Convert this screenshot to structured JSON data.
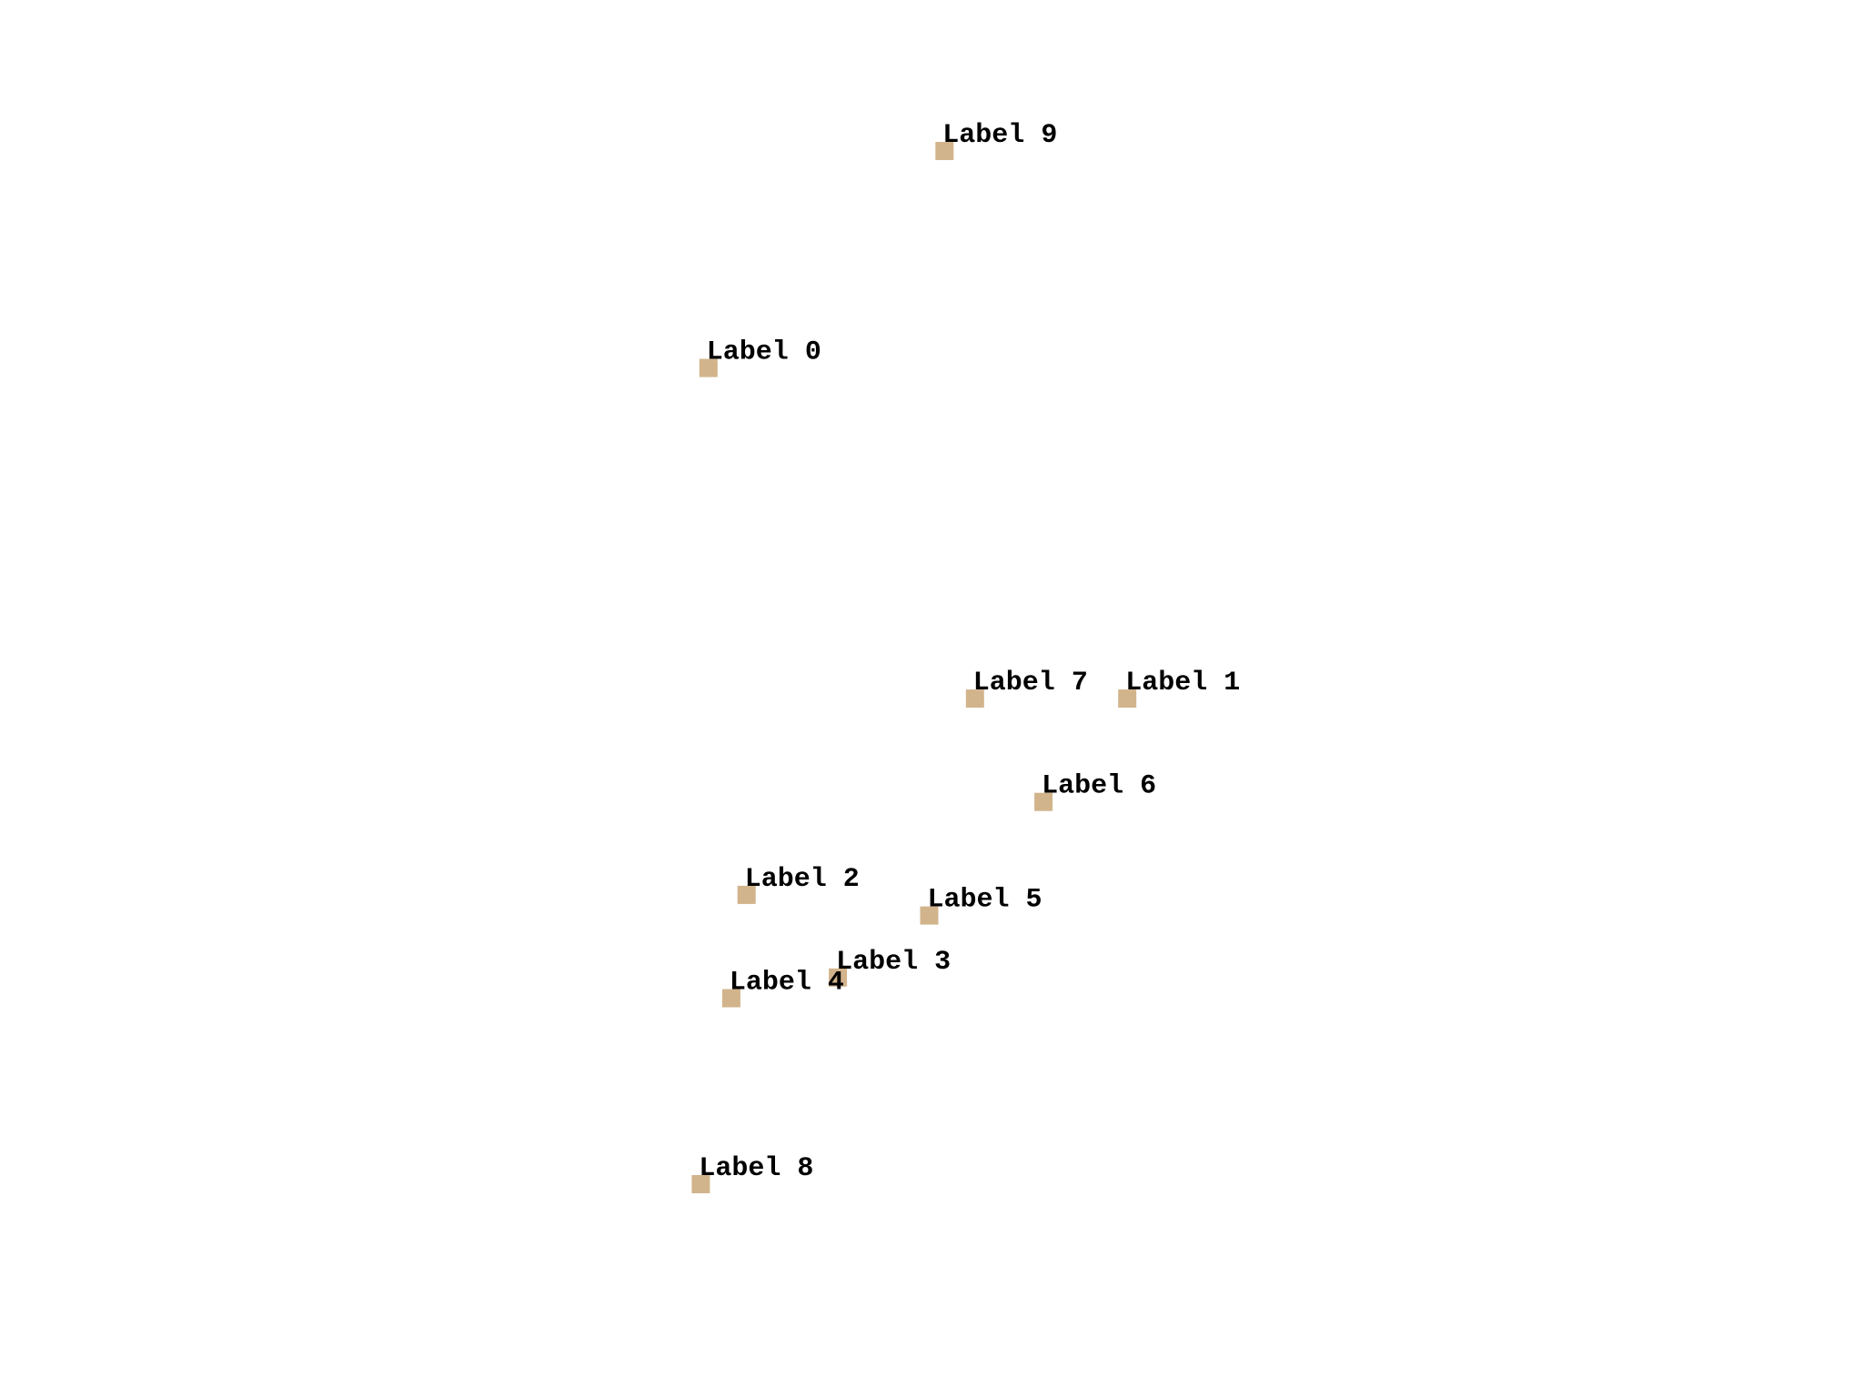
{
  "chart_data": {
    "type": "scatter",
    "title": "",
    "xlabel": "",
    "ylabel": "",
    "axes_visible": false,
    "grid": false,
    "marker": "square",
    "marker_color": "#d2b48c",
    "label_color": "#000000",
    "xlim": [
      0,
      10
    ],
    "ylim": [
      0,
      10
    ],
    "points": [
      {
        "label": "Label 0",
        "x": 1.3,
        "y": 7.9
      },
      {
        "label": "Label 1",
        "x": 6.8,
        "y": 4.7
      },
      {
        "label": "Label 2",
        "x": 1.8,
        "y": 2.8
      },
      {
        "label": "Label 3",
        "x": 3.0,
        "y": 2.0
      },
      {
        "label": "Label 4",
        "x": 1.6,
        "y": 1.8
      },
      {
        "label": "Label 5",
        "x": 4.2,
        "y": 2.6
      },
      {
        "label": "Label 6",
        "x": 5.7,
        "y": 3.7
      },
      {
        "label": "Label 7",
        "x": 4.8,
        "y": 4.7
      },
      {
        "label": "Label 8",
        "x": 1.2,
        "y": 0.0
      },
      {
        "label": "Label 9",
        "x": 4.4,
        "y": 10.0
      }
    ]
  }
}
